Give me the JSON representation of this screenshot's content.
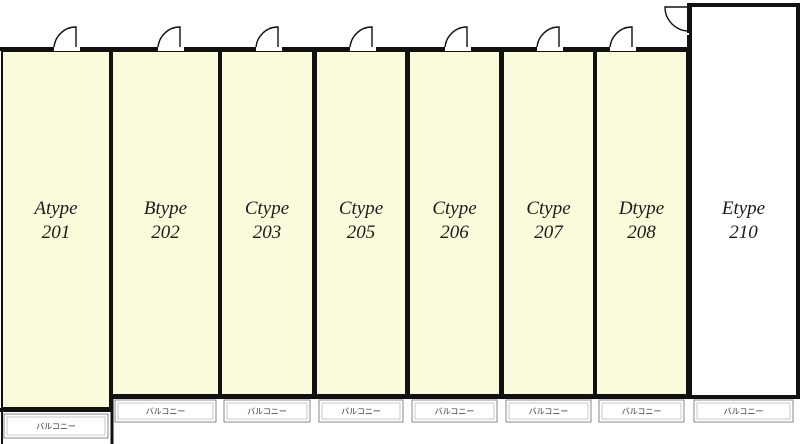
{
  "colors": {
    "room_fill": "#fbfbdc",
    "wall": "#111111",
    "balcony_fill": "#ffffff"
  },
  "units": [
    {
      "type": "Atype",
      "number": "201",
      "balcony": "バルコニー"
    },
    {
      "type": "Btype",
      "number": "202",
      "balcony": "バルコニー"
    },
    {
      "type": "Ctype",
      "number": "203",
      "balcony": "バルコニー"
    },
    {
      "type": "Ctype",
      "number": "205",
      "balcony": "バルコニー"
    },
    {
      "type": "Ctype",
      "number": "206",
      "balcony": "バルコニー"
    },
    {
      "type": "Ctype",
      "number": "207",
      "balcony": "バルコニー"
    },
    {
      "type": "Dtype",
      "number": "208",
      "balcony": "バルコニー"
    },
    {
      "type": "Etype",
      "number": "210",
      "balcony": "バルコニー"
    }
  ],
  "icons": {
    "door": "door-swing-icon"
  }
}
